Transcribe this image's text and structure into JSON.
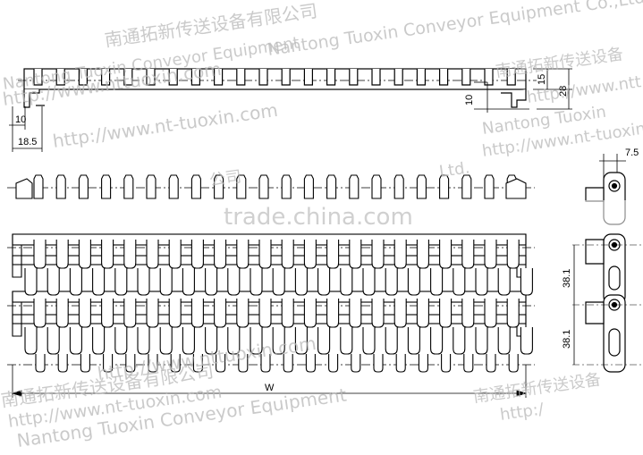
{
  "dimensions": {
    "top_left_10": "10",
    "top_left_18_5": "18.5",
    "top_right_10": "10",
    "top_right_15": "15",
    "top_right_28": "28",
    "side_7_5": "7.5",
    "side_38_1_upper": "38.1",
    "side_38_1_lower": "38.1",
    "width_w": "W"
  },
  "watermarks": {
    "company_cn": "南通拓新传送设备有限公司",
    "company_en": "Nantong Tuoxin Conveyor Equipment  Co.,Ltd.",
    "url1": "http://www.nttuoxin.com",
    "url2": "http://www.nt-tuoxin.com",
    "name_en": "Nantong Tuoxin Conveyor Equipment",
    "frag_tuoxin": "Nantong Tuoxin",
    "frag_url": "http://www.nt-tuoxin.com",
    "frag_cn": "南通拓新传送设备",
    "frag_ntt": "http://www.ntt",
    "frag_cn_gongsi": "公司",
    "frag_ltd": "Ltd.",
    "frag_cn_bottom": "南通拓新传送设备有限公司",
    "bottom_url1": "http://www.nttuoxin.com",
    "bottom_name": "Nantong Tuoxin Conveyor Equipment",
    "bottom_url2": "http://www.nt-tuoxin.com",
    "bottom_right_cn": "南通拓新传送设备",
    "bottom_right_http": "http:/"
  },
  "brand_watermark": "trade.china.com",
  "colors": {
    "line": "#000000",
    "watermark": "#b9b9b9",
    "background": "#ffffff"
  }
}
